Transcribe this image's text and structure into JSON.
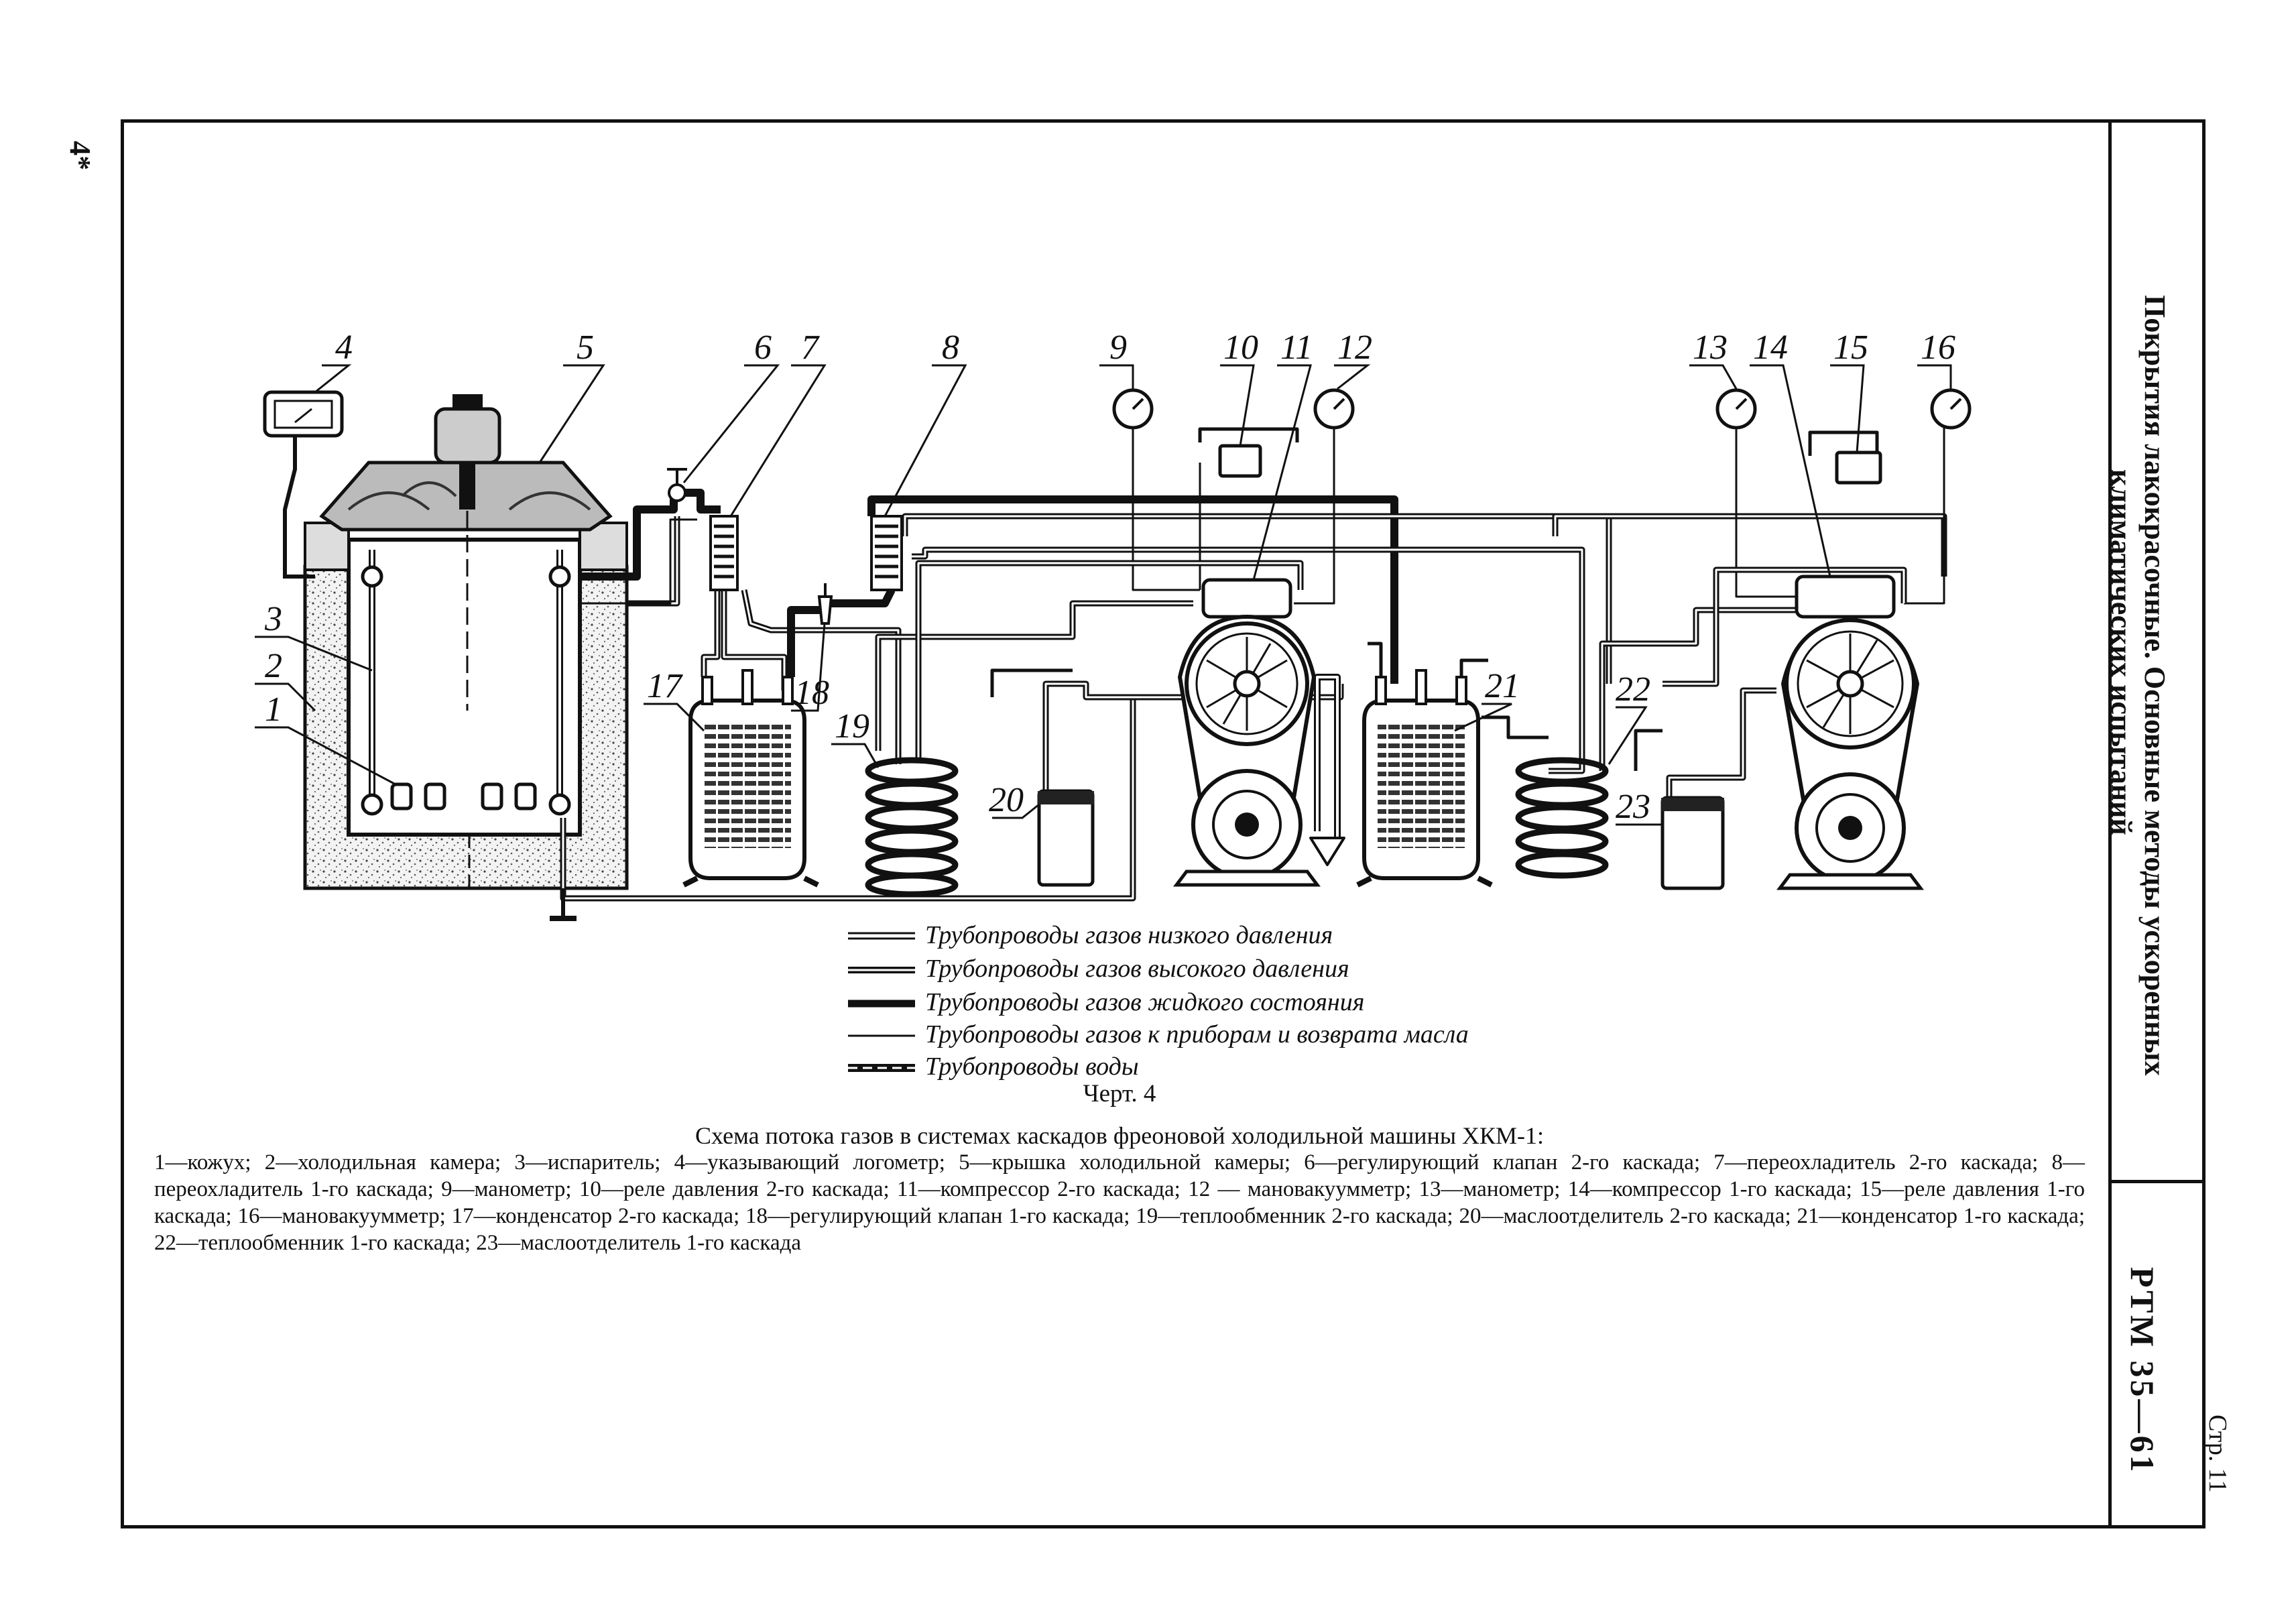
{
  "sidebar": {
    "title_line1": "Покрытия лакокрасочные. Основные методы ускоренных",
    "title_line2": "климатических испытаний",
    "document_code": "РТМ 35—61",
    "page": "Стр. 11"
  },
  "corner_mark": "4*",
  "part_labels": [
    "1",
    "2",
    "3",
    "4",
    "5",
    "6",
    "7",
    "8",
    "9",
    "10",
    "11",
    "12",
    "13",
    "14",
    "15",
    "16",
    "17",
    "18",
    "19",
    "20",
    "21",
    "22",
    "23"
  ],
  "legend": [
    "Трубопроводы газов низкого давления",
    "Трубопроводы газов высокого давления",
    "Трубопроводы газов жидкого состояния",
    "Трубопроводы газов к приборам и возврата масла",
    "Трубопроводы воды"
  ],
  "caption": {
    "figure_label": "Черт. 4",
    "title": "Схема потока газов в системах каскадов фреоновой холодильной машины ХКМ-1:",
    "legend_text": "1—кожух; 2—холодильная камера; 3—испаритель; 4—указывающий логометр; 5—крышка холодильной камеры; 6—регулирующий клапан 2-го каскада; 7—переохладитель 2-го каскада; 8—переохладитель 1-го каскада; 9—манометр; 10—реле давления 2-го каскада; 11—компрессор 2-го каскада; 12 — мановакуумметр; 13—манометр; 14—компрессор 1-го каскада; 15—реле давления 1-го каскада; 16—мановакуумметр; 17—конденсатор 2-го каскада; 18—регулирующий клапан 1-го каскада; 19—теплообменник 2-го каскада; 20—маслоотделитель 2-го каскада; 21—конденсатор 1-го каскада; 22—теплообменник 1-го каскада; 23—маслоотделитель 1-го каскада"
  }
}
